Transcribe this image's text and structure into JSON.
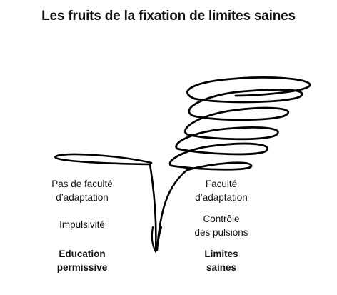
{
  "title": "Les fruits de la fixation de limites saines",
  "left": {
    "adaptation_line1": "Pas de faculté",
    "adaptation_line2": "d’adaptation",
    "impulsivity": "Impulsivité",
    "education_line1": "Education",
    "education_line2": "permissive"
  },
  "right": {
    "adaptation_line1": "Faculté",
    "adaptation_line2": "d’adaptation",
    "control_line1": "Contrôle",
    "control_line2": "des pulsions",
    "limits_line1": "Limites",
    "limits_line2": "saines"
  },
  "colors": {
    "stroke": "#000000",
    "text": "#111111"
  }
}
